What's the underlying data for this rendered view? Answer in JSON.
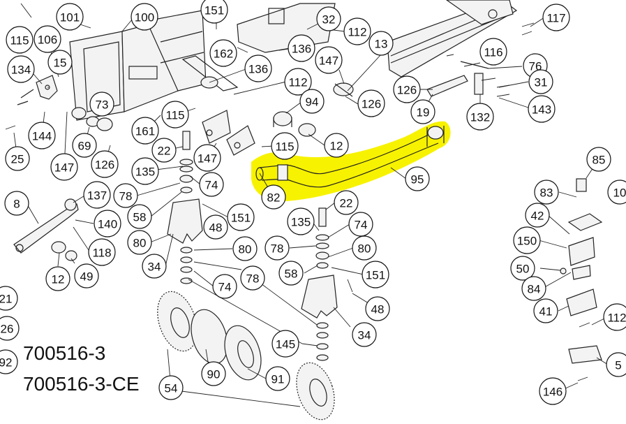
{
  "drawing": {
    "model_numbers": [
      "700516-3",
      "700516-3-CE"
    ],
    "highlight_color": "#f7f200",
    "highlighted_part": "95"
  },
  "callouts": [
    {
      "id": "c-115a",
      "label": "115"
    },
    {
      "id": "c-101",
      "label": "101"
    },
    {
      "id": "c-100",
      "label": "100"
    },
    {
      "id": "c-151a",
      "label": "151"
    },
    {
      "id": "c-32",
      "label": "32"
    },
    {
      "id": "c-117",
      "label": "117"
    },
    {
      "id": "c-106",
      "label": "106"
    },
    {
      "id": "c-112a",
      "label": "112"
    },
    {
      "id": "c-136a",
      "label": "136"
    },
    {
      "id": "c-13",
      "label": "13"
    },
    {
      "id": "c-162",
      "label": "162"
    },
    {
      "id": "c-147a",
      "label": "147"
    },
    {
      "id": "c-116",
      "label": "116"
    },
    {
      "id": "c-76",
      "label": "76"
    },
    {
      "id": "c-134",
      "label": "134"
    },
    {
      "id": "c-15",
      "label": "15"
    },
    {
      "id": "c-136b",
      "label": "136"
    },
    {
      "id": "c-112b",
      "label": "112"
    },
    {
      "id": "c-31",
      "label": "31"
    },
    {
      "id": "c-126a",
      "label": "126"
    },
    {
      "id": "c-126b",
      "label": "126"
    },
    {
      "id": "c-94",
      "label": "94"
    },
    {
      "id": "c-73",
      "label": "73"
    },
    {
      "id": "c-143",
      "label": "143"
    },
    {
      "id": "c-132",
      "label": "132"
    },
    {
      "id": "c-19",
      "label": "19"
    },
    {
      "id": "c-115b",
      "label": "115"
    },
    {
      "id": "c-144",
      "label": "144"
    },
    {
      "id": "c-161",
      "label": "161"
    },
    {
      "id": "c-69",
      "label": "69"
    },
    {
      "id": "c-126c",
      "label": "126"
    },
    {
      "id": "c-22a",
      "label": "22"
    },
    {
      "id": "c-147b",
      "label": "147"
    },
    {
      "id": "c-115c",
      "label": "115"
    },
    {
      "id": "c-12a",
      "label": "12"
    },
    {
      "id": "c-85",
      "label": "85"
    },
    {
      "id": "c-25",
      "label": "25"
    },
    {
      "id": "c-147c",
      "label": "147"
    },
    {
      "id": "c-135a",
      "label": "135"
    },
    {
      "id": "c-95",
      "label": "95"
    },
    {
      "id": "c-83",
      "label": "83"
    },
    {
      "id": "c-10",
      "label": "10"
    },
    {
      "id": "c-137",
      "label": "137"
    },
    {
      "id": "c-74a",
      "label": "74"
    },
    {
      "id": "c-8",
      "label": "8"
    },
    {
      "id": "c-78a",
      "label": "78"
    },
    {
      "id": "c-82",
      "label": "82"
    },
    {
      "id": "c-22b",
      "label": "22"
    },
    {
      "id": "c-42",
      "label": "42"
    },
    {
      "id": "c-140",
      "label": "140"
    },
    {
      "id": "c-58a",
      "label": "58"
    },
    {
      "id": "c-151b",
      "label": "151"
    },
    {
      "id": "c-48a",
      "label": "48"
    },
    {
      "id": "c-135b",
      "label": "135"
    },
    {
      "id": "c-74b",
      "label": "74"
    },
    {
      "id": "c-150",
      "label": "150"
    },
    {
      "id": "c-80a",
      "label": "80"
    },
    {
      "id": "c-118",
      "label": "118"
    },
    {
      "id": "c-80b",
      "label": "80"
    },
    {
      "id": "c-78b",
      "label": "78"
    },
    {
      "id": "c-80c",
      "label": "80"
    },
    {
      "id": "c-34a",
      "label": "34"
    },
    {
      "id": "c-50",
      "label": "50"
    },
    {
      "id": "c-58b",
      "label": "58"
    },
    {
      "id": "c-151c",
      "label": "151"
    },
    {
      "id": "c-12b",
      "label": "12"
    },
    {
      "id": "c-49",
      "label": "49"
    },
    {
      "id": "c-78c",
      "label": "78"
    },
    {
      "id": "c-84",
      "label": "84"
    },
    {
      "id": "c-74c",
      "label": "74"
    },
    {
      "id": "c-21",
      "label": "21"
    },
    {
      "id": "c-48b",
      "label": "48"
    },
    {
      "id": "c-41",
      "label": "41"
    },
    {
      "id": "c-112c",
      "label": "112"
    },
    {
      "id": "c-26",
      "label": "26"
    },
    {
      "id": "c-34b",
      "label": "34"
    },
    {
      "id": "c-145",
      "label": "145"
    },
    {
      "id": "c-92",
      "label": "92"
    },
    {
      "id": "c-90",
      "label": "90"
    },
    {
      "id": "c-91",
      "label": "91"
    },
    {
      "id": "c-5",
      "label": "5"
    },
    {
      "id": "c-54",
      "label": "54"
    },
    {
      "id": "c-146",
      "label": "146"
    }
  ]
}
